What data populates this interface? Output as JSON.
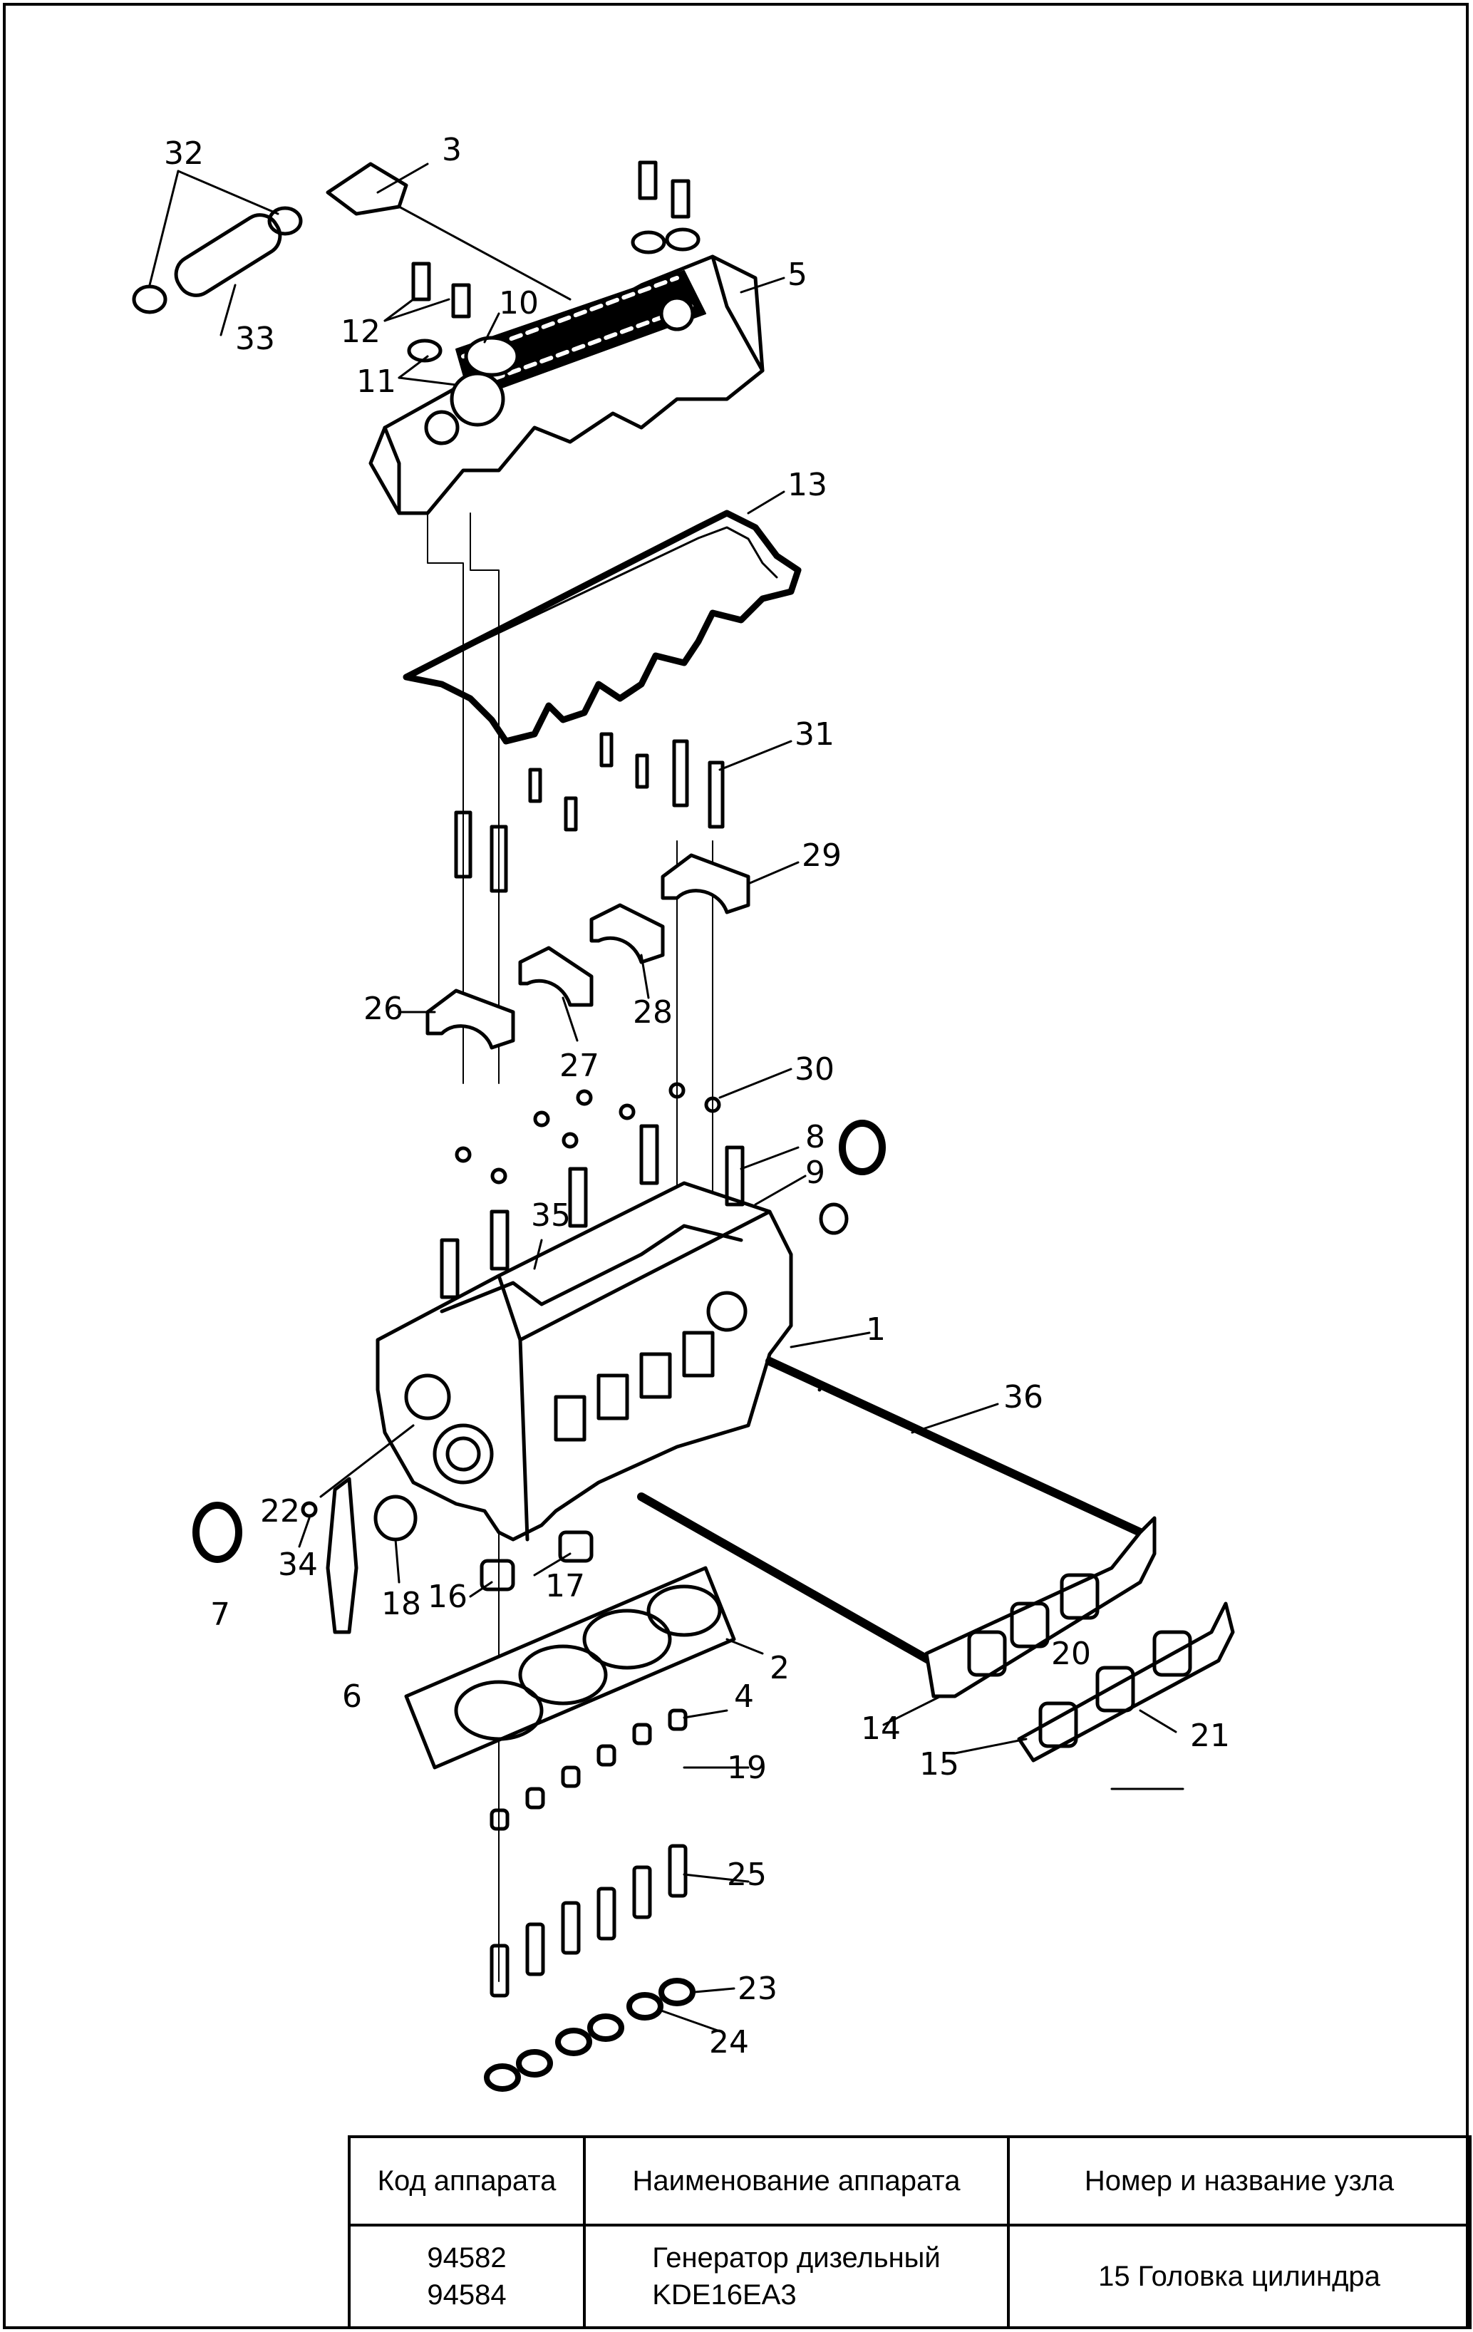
{
  "diagram": {
    "callouts": [
      "1",
      "2",
      "3",
      "4",
      "5",
      "6",
      "7",
      "8",
      "9",
      "10",
      "11",
      "12",
      "13",
      "14",
      "15",
      "16",
      "17",
      "18",
      "19",
      "20",
      "21",
      "22",
      "23",
      "24",
      "25",
      "26",
      "27",
      "28",
      "29",
      "30",
      "31",
      "32",
      "33",
      "34",
      "35",
      "36"
    ]
  },
  "title_block": {
    "headers": [
      "Код аппарата",
      "Наименование аппарата",
      "Номер и название узла"
    ],
    "device_codes": [
      "94582",
      "94584"
    ],
    "device_name_lines": [
      "Генератор дизельный",
      "KDE16EA3"
    ],
    "assembly": "15 Головка цилиндра"
  }
}
